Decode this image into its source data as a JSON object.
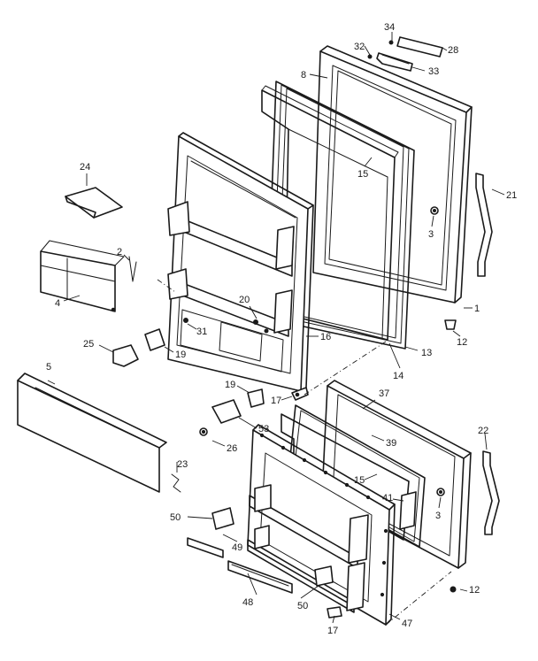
{
  "diagram": {
    "callouts": [
      {
        "id": "c34",
        "text": "34"
      },
      {
        "id": "c32",
        "text": "32"
      },
      {
        "id": "c28",
        "text": "28"
      },
      {
        "id": "c33",
        "text": "33"
      },
      {
        "id": "c8",
        "text": "8"
      },
      {
        "id": "c15a",
        "text": "15"
      },
      {
        "id": "c21",
        "text": "21"
      },
      {
        "id": "c3a",
        "text": "3"
      },
      {
        "id": "c1",
        "text": "1"
      },
      {
        "id": "c12a",
        "text": "12"
      },
      {
        "id": "c13",
        "text": "13"
      },
      {
        "id": "c14",
        "text": "14"
      },
      {
        "id": "c24",
        "text": "24"
      },
      {
        "id": "c2",
        "text": "2"
      },
      {
        "id": "c4",
        "text": "4"
      },
      {
        "id": "c20",
        "text": "20"
      },
      {
        "id": "c31",
        "text": "31"
      },
      {
        "id": "c16",
        "text": "16"
      },
      {
        "id": "c25",
        "text": "25"
      },
      {
        "id": "c19a",
        "text": "19"
      },
      {
        "id": "c19b",
        "text": "19"
      },
      {
        "id": "c17a",
        "text": "17"
      },
      {
        "id": "c37",
        "text": "37"
      },
      {
        "id": "c53",
        "text": "53"
      },
      {
        "id": "c26",
        "text": "26"
      },
      {
        "id": "c39",
        "text": "39"
      },
      {
        "id": "c5",
        "text": "5"
      },
      {
        "id": "c23",
        "text": "23"
      },
      {
        "id": "c22",
        "text": "22"
      },
      {
        "id": "c15b",
        "text": "15"
      },
      {
        "id": "c41",
        "text": "41"
      },
      {
        "id": "c3b",
        "text": "3"
      },
      {
        "id": "c50a",
        "text": "50"
      },
      {
        "id": "c49",
        "text": "49"
      },
      {
        "id": "c12b",
        "text": "12"
      },
      {
        "id": "c48",
        "text": "48"
      },
      {
        "id": "c50b",
        "text": "50"
      },
      {
        "id": "c17b",
        "text": "17"
      },
      {
        "id": "c47",
        "text": "47"
      }
    ]
  }
}
